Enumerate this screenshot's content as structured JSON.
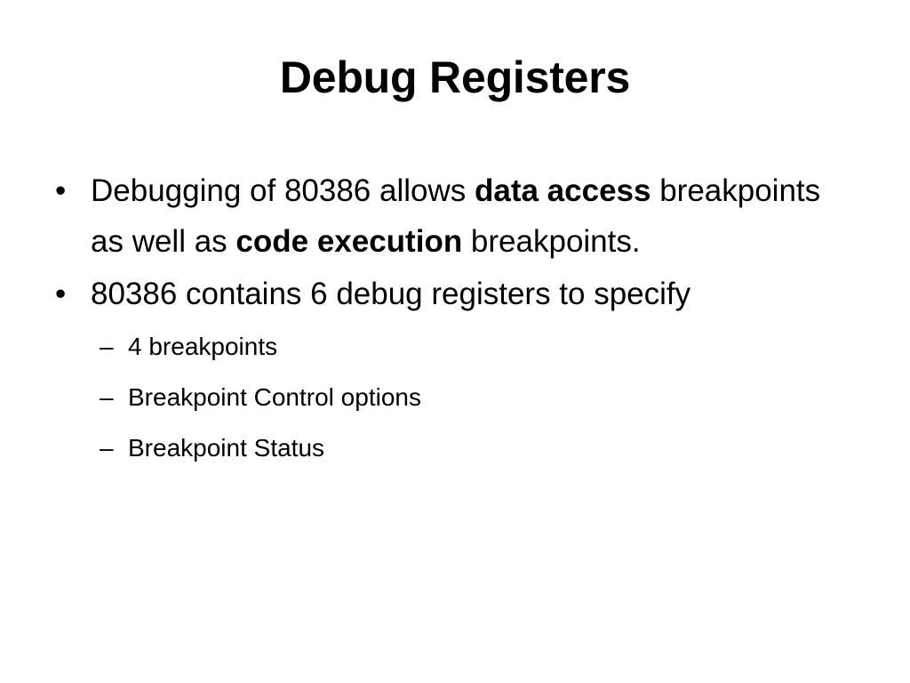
{
  "slide": {
    "title": "Debug Registers",
    "background_color": "#ffffff",
    "text_color": "#000000",
    "bullet_marker_level1": "•",
    "bullet_marker_level2": "–",
    "content": {
      "bullets": [
        {
          "level": 1,
          "marker": "•",
          "text": "Debugging of 80386 allows data access breakpoints as well as code execution breakpoints.",
          "runs": [
            {
              "text": "Debugging of 80386 allows ",
              "bold": false
            },
            {
              "text": "data access",
              "bold": true
            },
            {
              "text": " breakpoints as well as ",
              "bold": false
            },
            {
              "text": "code execution",
              "bold": true
            },
            {
              "text": " breakpoints.",
              "bold": false
            }
          ]
        },
        {
          "level": 1,
          "marker": "•",
          "text": "80386 contains 6 debug registers to specify",
          "runs": [
            {
              "text": "80386 contains 6 debug registers to specify",
              "bold": false
            }
          ],
          "children": [
            {
              "level": 2,
              "marker": "–",
              "text": "4 breakpoints"
            },
            {
              "level": 2,
              "marker": "–",
              "text": "Breakpoint Control options"
            },
            {
              "level": 2,
              "marker": "–",
              "text": "Breakpoint Status"
            }
          ]
        }
      ]
    }
  }
}
